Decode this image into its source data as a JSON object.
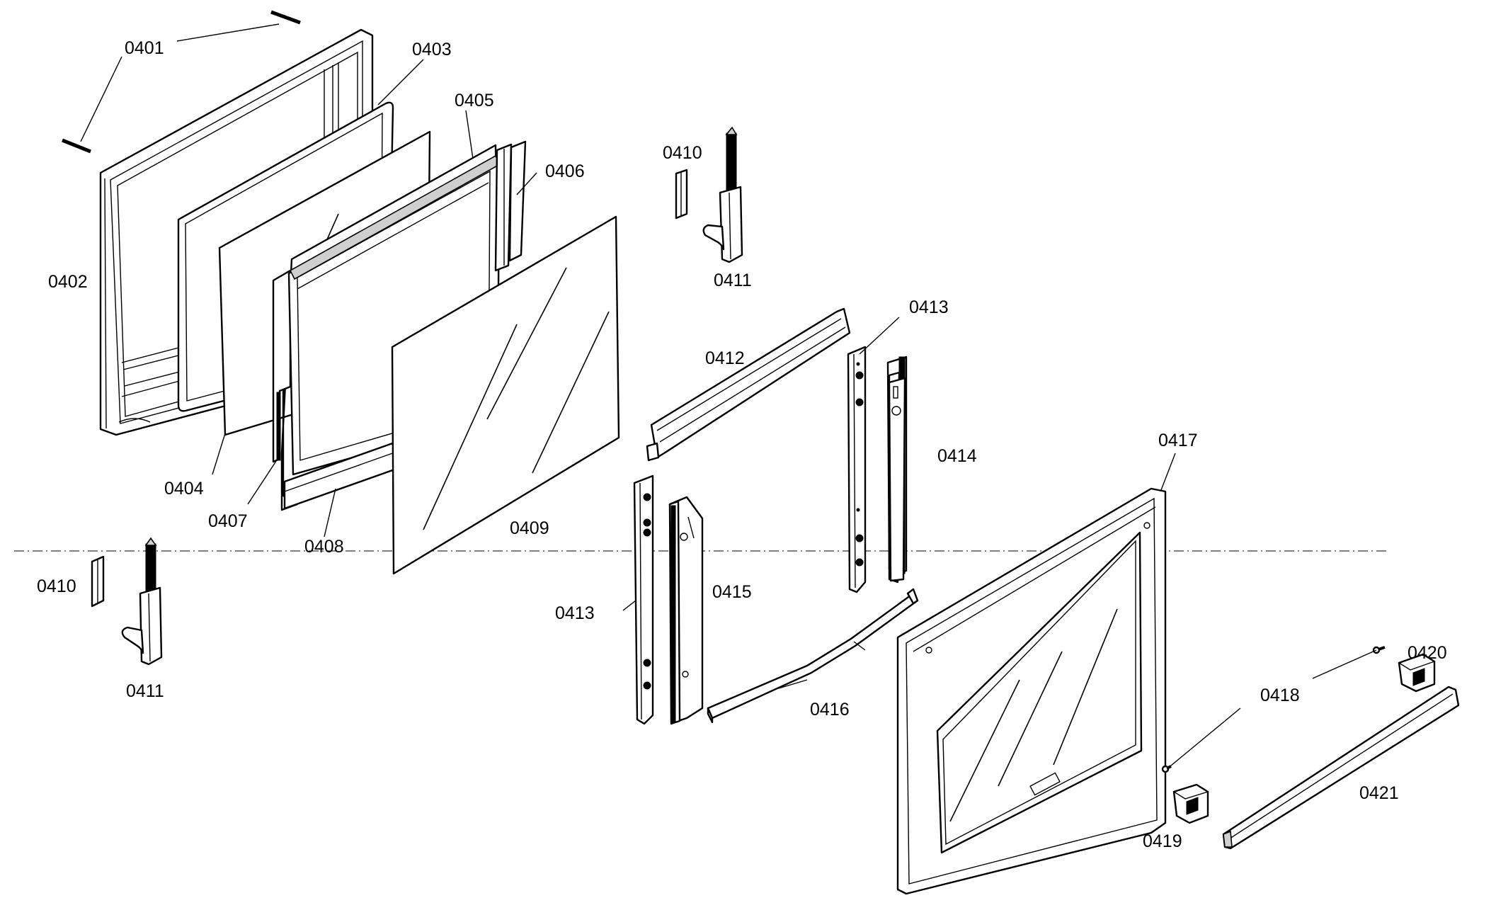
{
  "diagram": {
    "labels": {
      "p0401": "0401",
      "p0402": "0402",
      "p0403": "0403",
      "p0404": "0404",
      "p0405": "0405",
      "p0406": "0406",
      "p0407": "0407",
      "p0408": "0408",
      "p0409": "0409",
      "p0410_top": "0410",
      "p0411_top": "0411",
      "p0410_bottom": "0410",
      "p0411_bottom": "0411",
      "p0412": "0412",
      "p0413_right": "0413",
      "p0413_left": "0413",
      "p0414": "0414",
      "p0415": "0415",
      "p0416": "0416",
      "p0417": "0417",
      "p0418": "0418",
      "p0419": "0419",
      "p0420": "0420",
      "p0421": "0421"
    }
  }
}
